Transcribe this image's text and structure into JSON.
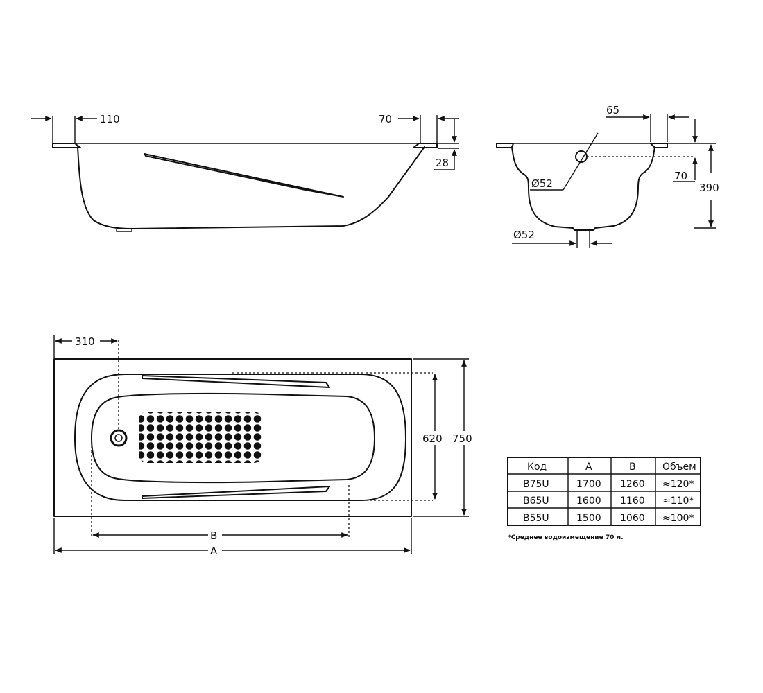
{
  "side_view": {
    "rim_left": "110",
    "rim_right": "70",
    "rim_depth": "28"
  },
  "end_view": {
    "overflow_offset": "65",
    "overflow_diameter": "Ø52",
    "overflow_height": "70",
    "height": "390",
    "drain_diameter": "Ø52"
  },
  "top_view": {
    "drain_offset": "310",
    "inner_width": "620",
    "outer_width": "750",
    "dim_b": "B",
    "dim_a": "A"
  },
  "spec_table": {
    "headers": [
      "Код",
      "A",
      "B",
      "Объем"
    ],
    "rows": [
      [
        "B75U",
        "1700",
        "1260",
        "≈120*"
      ],
      [
        "B65U",
        "1600",
        "1160",
        "≈110*"
      ],
      [
        "B55U",
        "1500",
        "1060",
        "≈100*"
      ]
    ],
    "footnote": "*Среднее водоизмещение 70 л."
  }
}
